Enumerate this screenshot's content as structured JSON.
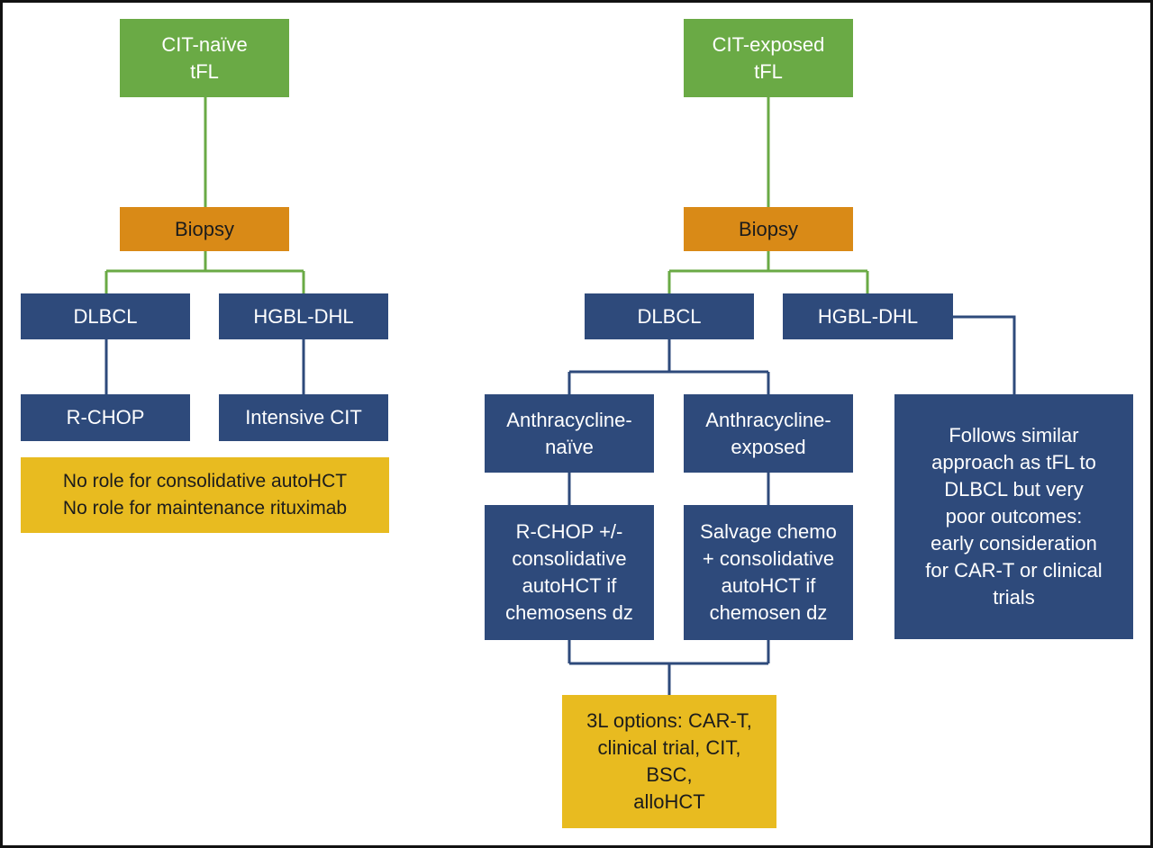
{
  "colors": {
    "green": "#6aaa45",
    "orange": "#d98a17",
    "navy": "#2e4a7b",
    "yellow": "#e8bb20",
    "green_line": "#6aaa45",
    "navy_line": "#2e4a7b"
  },
  "left": {
    "root": "CIT-naïve\ntFL",
    "biopsy": "Biopsy",
    "dlbcl": "DLBCL",
    "hgbl": "HGBL-DHL",
    "rchop": "R-CHOP",
    "intensive": "Intensive CIT",
    "note": "No role for consolidative autoHCT\nNo role for maintenance rituximab"
  },
  "right": {
    "root": "CIT-exposed\ntFL",
    "biopsy": "Biopsy",
    "dlbcl": "DLBCL",
    "hgbl": "HGBL-DHL",
    "anthra_naive": "Anthracycline-\nnaïve",
    "anthra_exposed": "Anthracycline-\nexposed",
    "rchop_consol": "R-CHOP +/-\nconsolidative\nautoHCT if\nchemosens dz",
    "salvage": "Salvage chemo\n+ consolidative\nautoHCT if\nchemosen dz",
    "hgbl_note": "Follows similar\napproach as tFL to\nDLBCL but very\npoor outcomes:\nearly consideration\nfor CAR-T or clinical\ntrials",
    "options": "3L options: CAR-T,\nclinical trial, CIT,\nBSC,\nalloHCT"
  }
}
